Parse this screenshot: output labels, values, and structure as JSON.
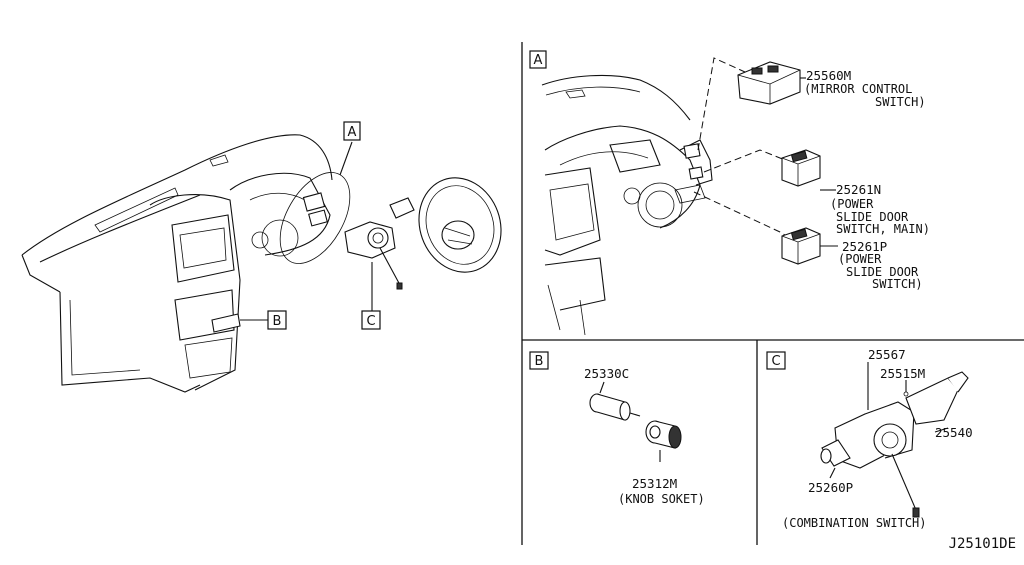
{
  "sections": {
    "a": "A",
    "b": "B",
    "c": "C"
  },
  "callouts": {
    "main_a": "A",
    "main_b": "B",
    "main_c": "C"
  },
  "parts": {
    "mirror_control": {
      "number": "25560M",
      "desc_line1": "(MIRROR CONTROL",
      "desc_line2": "SWITCH)"
    },
    "slide_main": {
      "number": "25261N",
      "desc_line1": "(POWER",
      "desc_line2": "SLIDE DOOR",
      "desc_line3": "SWITCH, MAIN)"
    },
    "slide_sub": {
      "number": "25261P",
      "desc_line1": "(POWER",
      "desc_line2": "SLIDE DOOR",
      "desc_line3": "SWITCH)"
    },
    "lighter": {
      "number": "25330C"
    },
    "knob_socket": {
      "number": "25312M",
      "desc": "(KNOB SOKET)"
    },
    "p25567": {
      "number": "25567"
    },
    "p25515m": {
      "number": "25515M"
    },
    "p25540": {
      "number": "25540"
    },
    "p25260p": {
      "number": "25260P"
    },
    "combination": {
      "desc": "(COMBINATION SWITCH)"
    }
  },
  "diagram_code": "J25101DE"
}
